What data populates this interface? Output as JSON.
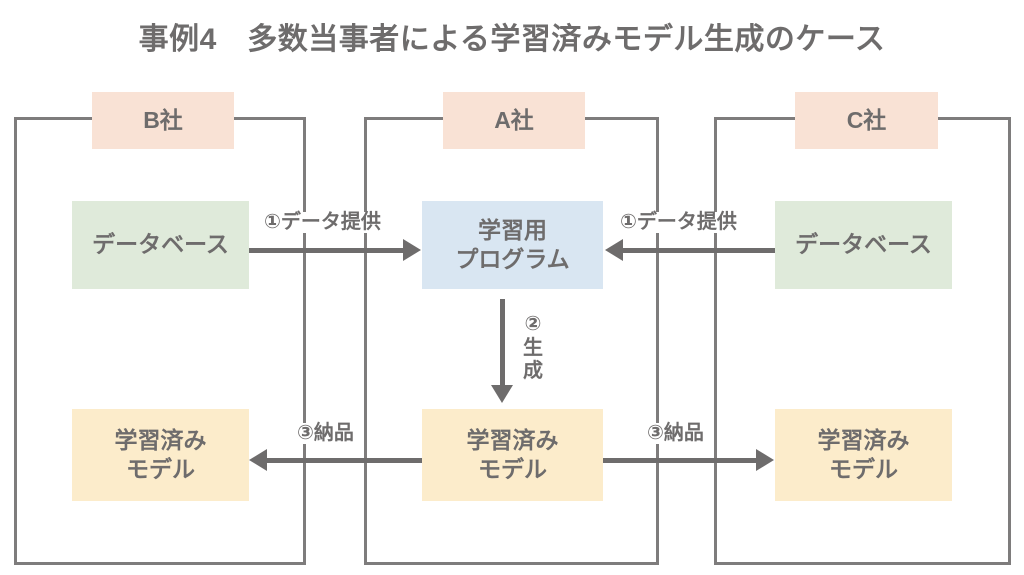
{
  "title": "事例4　多数当事者による学習済みモデル生成のケース",
  "palette": {
    "company_fill": "#f9e2d5",
    "database_fill": "#dfeada",
    "program_fill": "#d9e6f2",
    "model_fill": "#fceccb",
    "line": "#6e6c6c",
    "frame": "#7e7c7c",
    "text": "#6e6c6c",
    "background": "#ffffff"
  },
  "groups": [
    {
      "id": "company-b",
      "label": "B社"
    },
    {
      "id": "company-a",
      "label": "A社"
    },
    {
      "id": "company-c",
      "label": "C社"
    }
  ],
  "nodes": {
    "company_b": "B社",
    "company_a": "A社",
    "company_c": "C社",
    "database_left": "データベース",
    "database_right": "データベース",
    "program": "学習用\nプログラム",
    "program_line1": "学習用",
    "program_line2": "プログラム",
    "model_left_line1": "学習済み",
    "model_left_line2": "モデル",
    "model_center_line1": "学習済み",
    "model_center_line2": "モデル",
    "model_right_line1": "学習済み",
    "model_right_line2": "モデル"
  },
  "flows": [
    {
      "id": "flow-1-left",
      "label": "①データ提供",
      "from": "database_left",
      "to": "program",
      "direction": "right"
    },
    {
      "id": "flow-1-right",
      "label": "①データ提供",
      "from": "database_right",
      "to": "program",
      "direction": "left"
    },
    {
      "id": "flow-2",
      "label": "②生成",
      "label_chars": [
        "②",
        "生",
        "成"
      ],
      "from": "program",
      "to": "model_center",
      "direction": "down"
    },
    {
      "id": "flow-3-left",
      "label": "③納品",
      "from": "model_center",
      "to": "model_left",
      "direction": "left"
    },
    {
      "id": "flow-3-right",
      "label": "③納品",
      "from": "model_center",
      "to": "model_right",
      "direction": "right"
    }
  ]
}
